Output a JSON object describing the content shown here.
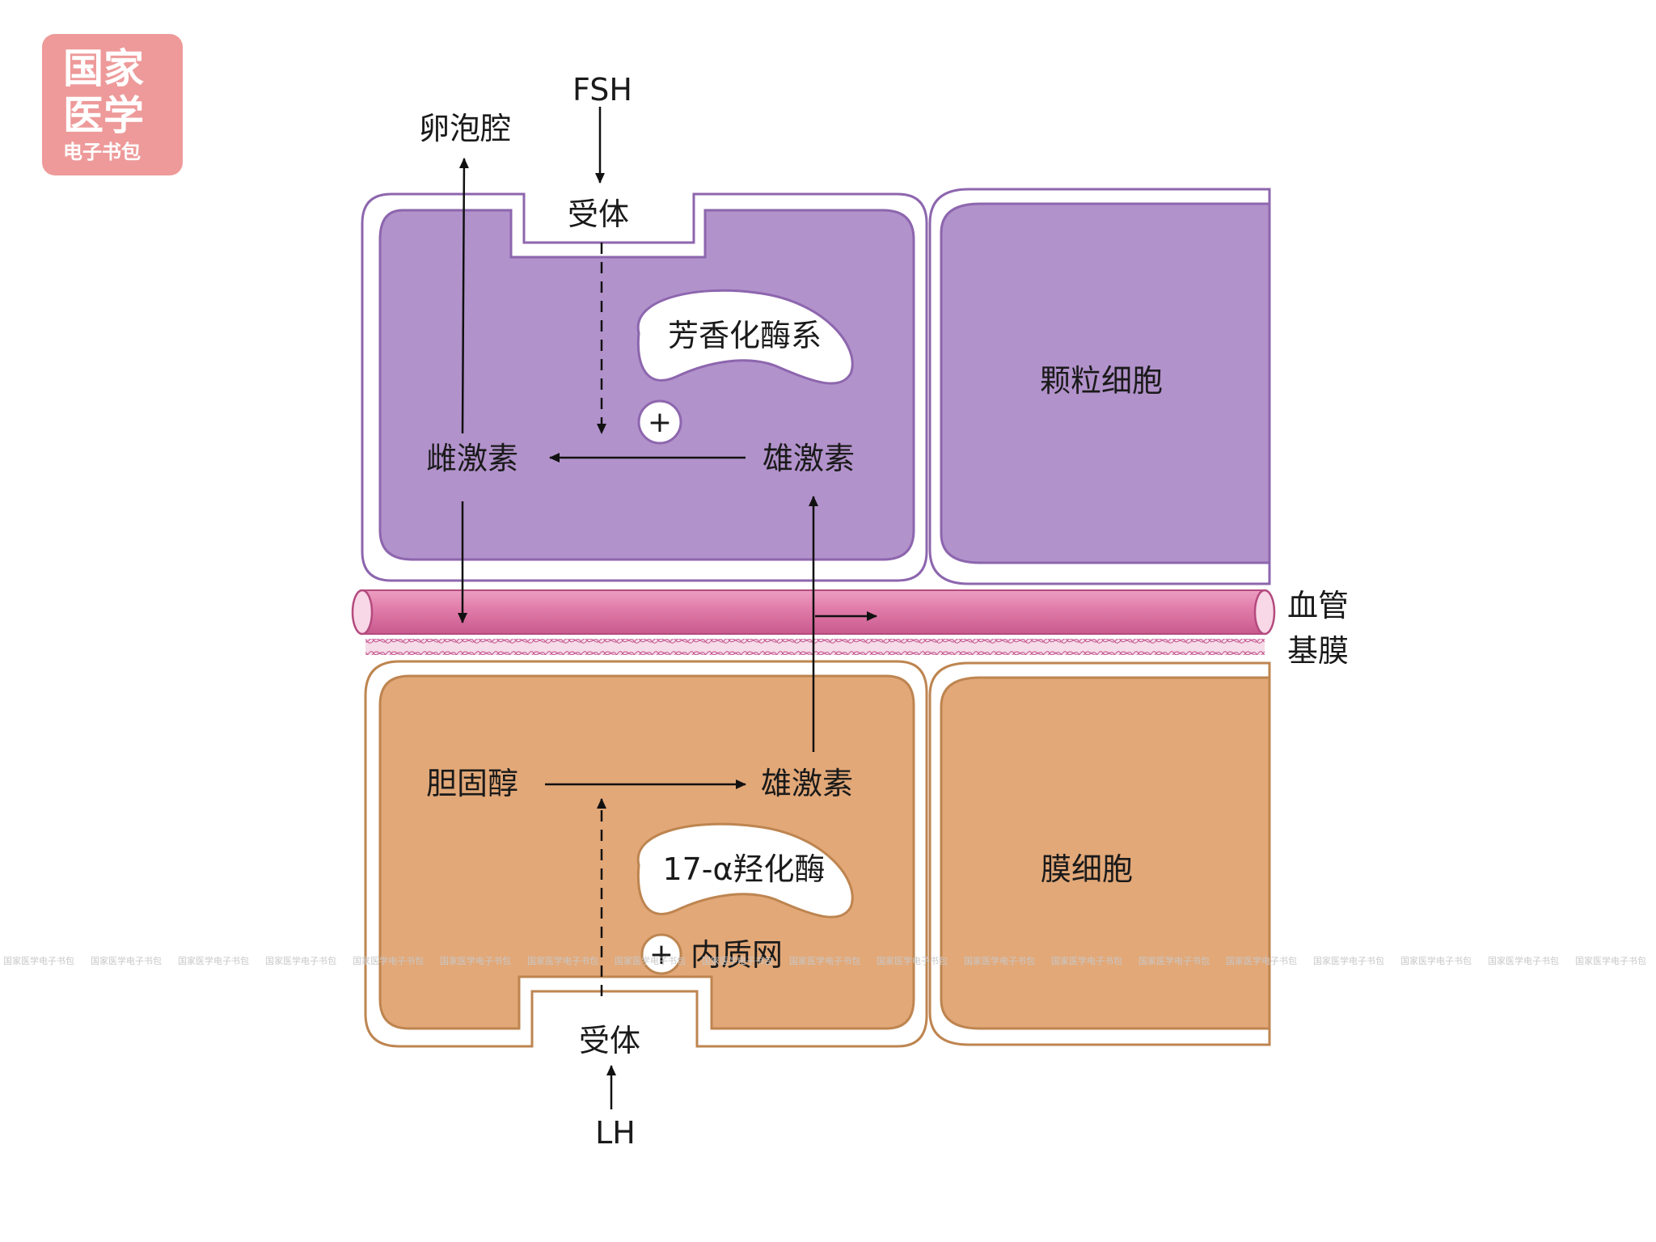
{
  "logo": {
    "line1": "国家",
    "line2": "医学",
    "line3": "电子书包"
  },
  "labels": {
    "fsh": "FSH",
    "receptor_top": "受体",
    "antrum": "卵泡腔",
    "aromatase": "芳香化酶系",
    "estrogen": "雌激素",
    "androgen_top": "雄激素",
    "granulosa": "颗粒细胞",
    "vessel": "血管",
    "basement": "基膜",
    "cholesterol": "胆固醇",
    "androgen_bottom": "雄激素",
    "hydroxylase": "17-α羟化酶",
    "er": "内质网",
    "theca": "膜细胞",
    "receptor_bottom": "受体",
    "lh": "LH",
    "plus": "+"
  },
  "watermark": "国家医学电子书包",
  "colors": {
    "granulosa_fill": "#b292cb",
    "granulosa_stroke": "#8d66ae",
    "theca_fill": "#e2a878",
    "theca_stroke": "#be8550",
    "vessel": "#e07aa8",
    "vessel_dark": "#c85a8e",
    "logo_bg": "#ee9a9a"
  }
}
